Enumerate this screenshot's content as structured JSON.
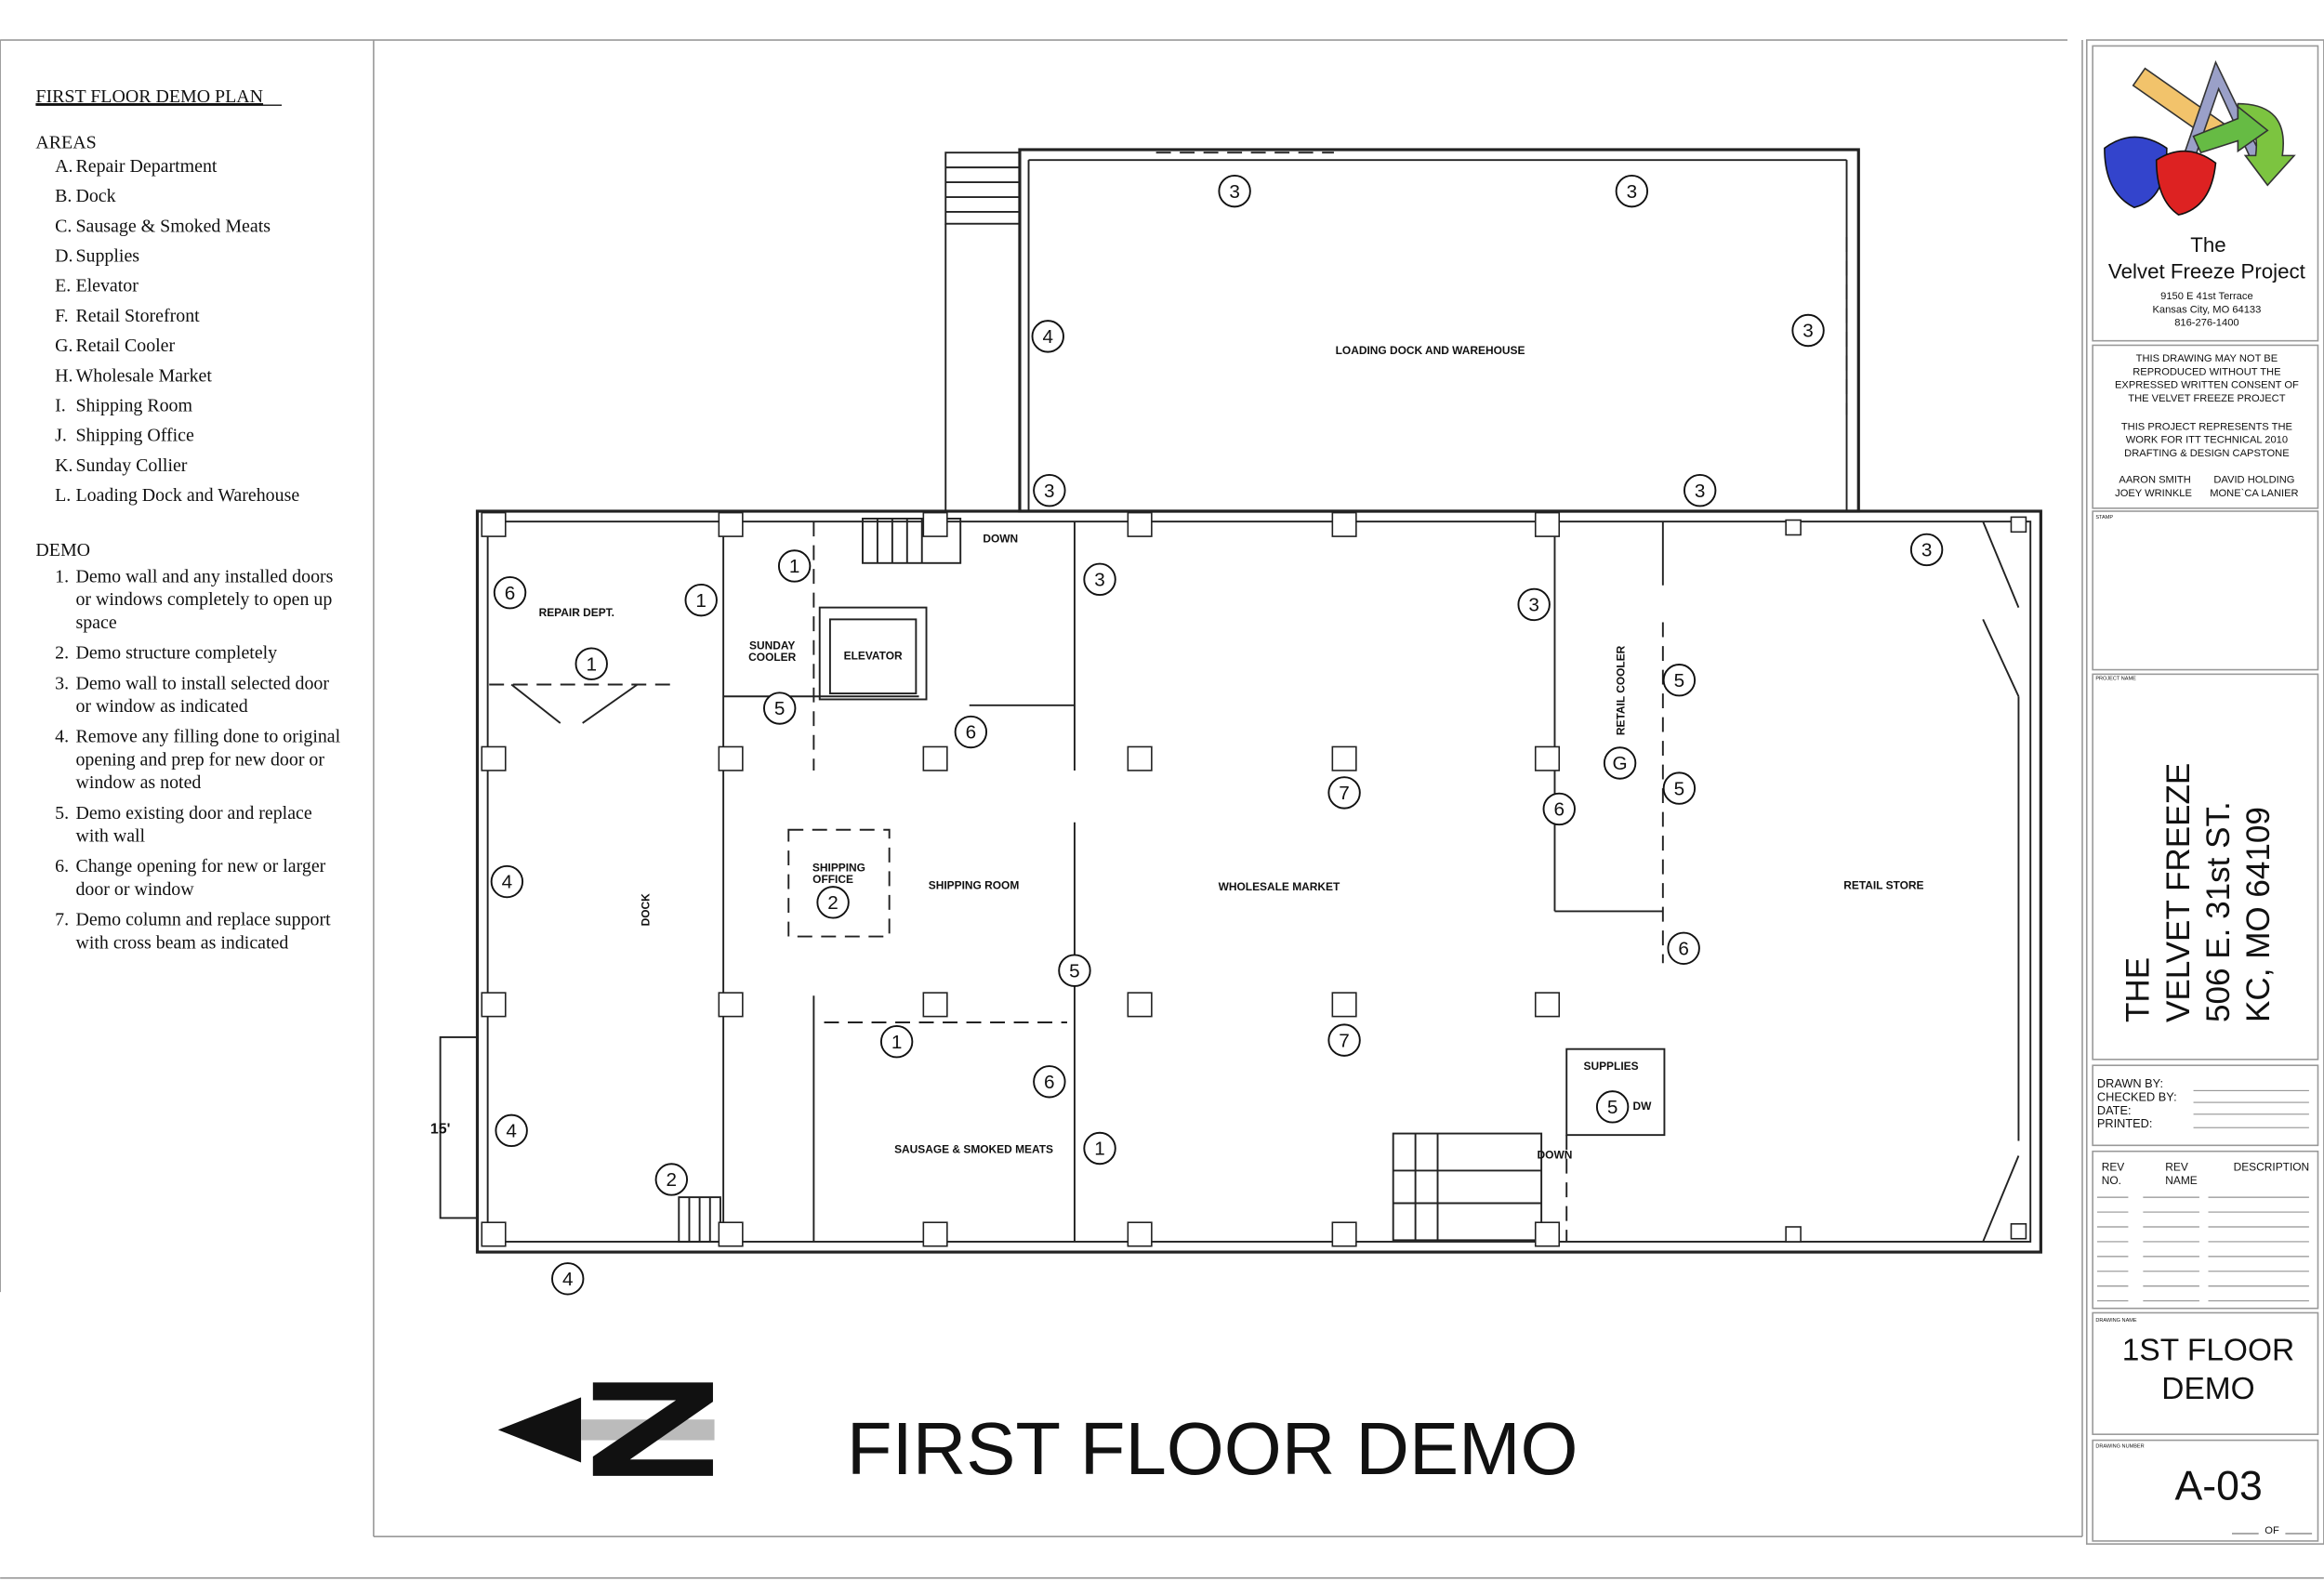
{
  "legend": {
    "title": "FIRST FLOOR DEMO PLAN",
    "areas_heading": "AREAS",
    "areas": [
      {
        "key": "A.",
        "label": "Repair Department"
      },
      {
        "key": "B.",
        "label": "Dock"
      },
      {
        "key": "C.",
        "label": "Sausage & Smoked Meats"
      },
      {
        "key": "D.",
        "label": "Supplies"
      },
      {
        "key": "E.",
        "label": "Elevator"
      },
      {
        "key": "F.",
        "label": "Retail Storefront"
      },
      {
        "key": "G.",
        "label": "Retail Cooler"
      },
      {
        "key": "H.",
        "label": "Wholesale Market"
      },
      {
        "key": "I.",
        "label": "Shipping Room"
      },
      {
        "key": "J.",
        "label": "Shipping Office"
      },
      {
        "key": "K.",
        "label": "Sunday Collier"
      },
      {
        "key": "L.",
        "label": "Loading Dock and Warehouse"
      }
    ],
    "demo_heading": "DEMO",
    "demo": [
      {
        "key": "1.",
        "lines": [
          "Demo wall and any installed doors",
          "or windows completely to open up",
          "space"
        ]
      },
      {
        "key": "2.",
        "lines": [
          "Demo structure completely"
        ]
      },
      {
        "key": "3.",
        "lines": [
          "Demo wall to install selected door",
          "or window as indicated"
        ]
      },
      {
        "key": "4.",
        "lines": [
          "Remove any filling done to original",
          "opening and prep for new door or",
          "window as noted"
        ]
      },
      {
        "key": "5.",
        "lines": [
          "Demo existing door and replace",
          "with wall"
        ]
      },
      {
        "key": "6.",
        "lines": [
          "Change opening for new or larger",
          "door or window"
        ]
      },
      {
        "key": "7.",
        "lines": [
          "Demo column and replace support",
          "with cross beam as indicated"
        ]
      }
    ]
  },
  "plan": {
    "rooms": {
      "loading_dock": "LOADING DOCK AND WAREHOUSE",
      "repair": "REPAIR DEPT.",
      "sunday_cooler_1": "SUNDAY",
      "sunday_cooler_2": "COOLER",
      "elevator": "ELEVATOR",
      "down_1": "DOWN",
      "shipping_office_1": "SHIPPING",
      "shipping_office_2": "OFFICE",
      "shipping_room": "SHIPPING ROOM",
      "wholesale": "WHOLESALE MARKET",
      "retail_store": "RETAIL STORE",
      "retail_cooler": "RETAIL COOLER",
      "dock": "DOCK",
      "sausage": "SAUSAGE & SMOKED MEATS",
      "supplies": "SUPPLIES",
      "dw": "DW",
      "down_2": "DOWN",
      "dimension": "15'"
    },
    "tags": [
      "3",
      "3",
      "3",
      "3",
      "3",
      "3",
      "3",
      "3",
      "4",
      "4",
      "4",
      "4",
      "1",
      "1",
      "1",
      "1",
      "1",
      "6",
      "6",
      "6",
      "6",
      "6",
      "5",
      "5",
      "5",
      "5",
      "5",
      "2",
      "2",
      "7",
      "7",
      "G"
    ],
    "drawing_title": "FIRST FLOOR DEMO"
  },
  "title_block": {
    "logo_alt": "Velvet Freeze Project logo",
    "project_line1": "The",
    "project_line2": "Velvet Freeze Project",
    "address1": "9150 E 41st Terrace",
    "address2": "Kansas City, MO 64133",
    "phone": "816-276-1400",
    "notice": [
      "THIS DRAWING MAY NOT BE",
      "REPRODUCED WITHOUT THE",
      "EXPRESSED WRITTEN CONSENT OF",
      "THE VELVET FREEZE PROJECT"
    ],
    "capstone": [
      "THIS PROJECT REPRESENTS THE",
      "WORK FOR ITT TECHNICAL 2010",
      "DRAFTING & DESIGN CAPSTONE"
    ],
    "team": [
      "AARON SMITH",
      "DAVID HOLDING",
      "JOEY WRINKLE",
      "MONE`CA LANIER"
    ],
    "stamp_label": "STAMP",
    "project_name_label": "PROJECT NAME",
    "project_name": [
      "THE",
      "VELVET FREEZE",
      "506 E. 31st ST.",
      "KC, MO 64109"
    ],
    "drawn_by": "DRAWN BY:",
    "checked_by": "CHECKED BY:",
    "date": "DATE:",
    "printed": "PRINTED:",
    "rev_no": [
      "REV",
      "NO."
    ],
    "rev_name": [
      "REV",
      "NAME"
    ],
    "description": "DESCRIPTION",
    "drawing_name_label": "DRAWING NAME",
    "drawing_name": [
      "1ST FLOOR",
      "DEMO"
    ],
    "drawing_number_label": "DRAWING NUMBER",
    "drawing_number": "A-03",
    "of": "OF"
  }
}
